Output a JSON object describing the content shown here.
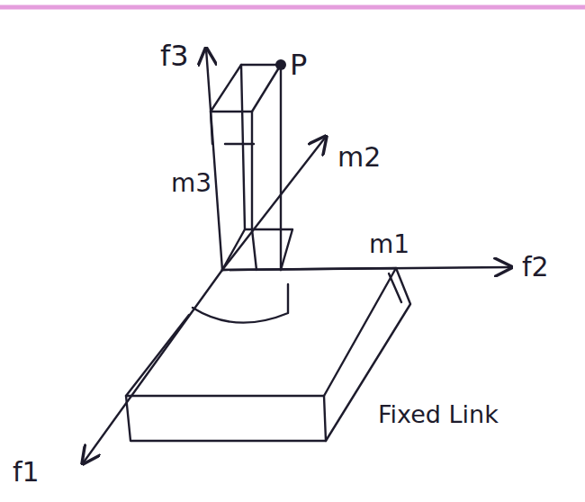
{
  "diagram": {
    "labels": [
      "f3",
      "P",
      "m2",
      "m3",
      "m1",
      "f2",
      "Fixed Link",
      "f1"
    ]
  }
}
